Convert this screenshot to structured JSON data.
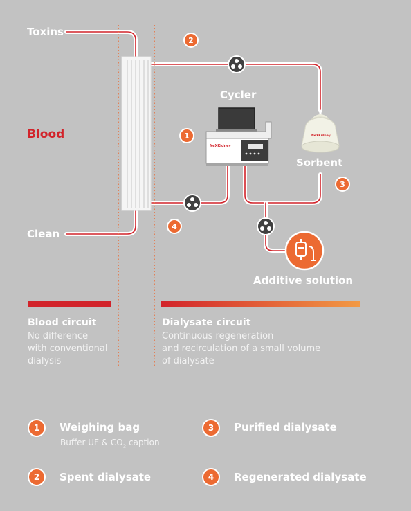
{
  "labels": {
    "toxins": "Toxins",
    "blood": "Blood",
    "clean": "Clean",
    "cycler": "Cycler",
    "sorbent": "Sorbent",
    "additive": "Additive solution"
  },
  "device": {
    "cycler_brand": "NeXKidney",
    "sorbent_brand": "NeXKidney"
  },
  "badges": [
    "1",
    "2",
    "3",
    "4"
  ],
  "circuits": {
    "blood": {
      "title": "Blood circuit",
      "desc": "No difference\nwith conventional\ndialysis"
    },
    "dialysate": {
      "title": "Dialysate circuit",
      "desc": "Continuous regeneration\nand recirculation of a small volume\nof dialysate"
    }
  },
  "legend": [
    {
      "num": "1",
      "title": "Weighing bag",
      "caption_pre": "Buffer UF & CO",
      "caption_sub": "2",
      "caption_post": " caption"
    },
    {
      "num": "2",
      "title": "Spent dialysate"
    },
    {
      "num": "3",
      "title": "Purified dialysate"
    },
    {
      "num": "4",
      "title": "Regenerated dialysate"
    }
  ],
  "colors": {
    "background": "#c2c2c2",
    "accent": "#ec6a32",
    "blood_red": "#d2232a",
    "tube_red": "#d2232a",
    "gradient_start": "#d2232a",
    "gradient_end": "#f29a45"
  }
}
